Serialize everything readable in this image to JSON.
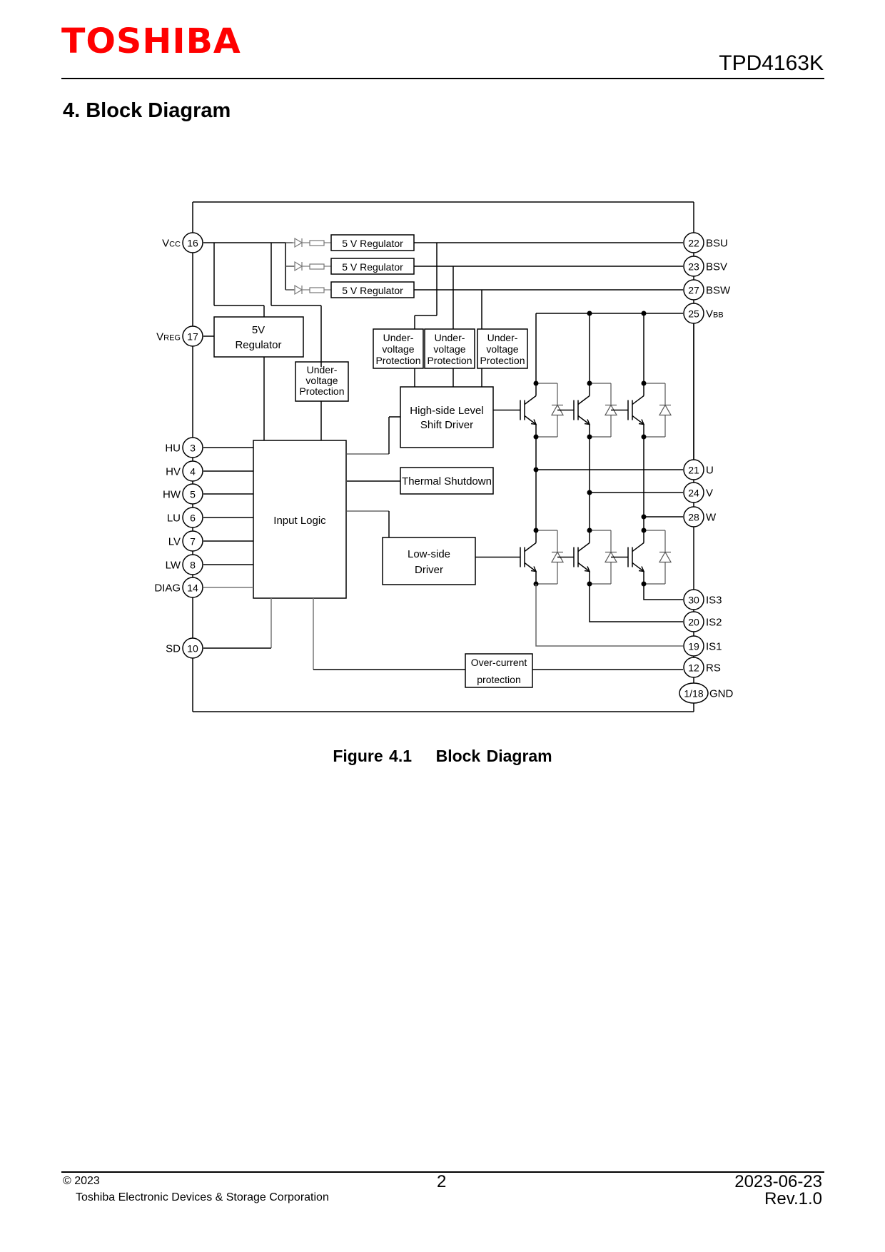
{
  "header": {
    "brand": "TOSHIBA",
    "brand_color": "#ff0000",
    "part_number": "TPD4163K"
  },
  "section": {
    "title": "4. Block Diagram"
  },
  "diagram": {
    "blocks": {
      "reg_u": "5 V Regulator",
      "reg_v": "5 V Regulator",
      "reg_w": "5 V Regulator",
      "vreg_line1": "5V",
      "vreg_line2": "Regulator",
      "uvp_line1": "Under-",
      "uvp_line2": "voltage",
      "uvp_line3": "Protection",
      "hs_line1": "High-side Level",
      "hs_line2": "Shift Driver",
      "thermal": "Thermal Shutdown",
      "input_logic": "Input Logic",
      "ls_line1": "Low-side",
      "ls_line2": "Driver",
      "oc_line1": "Over-current",
      "oc_line2": "protection"
    },
    "left_pins": [
      {
        "name": "VCC",
        "name_main": "V",
        "name_sub": "CC",
        "number": "16"
      },
      {
        "name": "VREG",
        "name_main": "V",
        "name_sub": "REG",
        "number": "17"
      },
      {
        "name": "HU",
        "name_main": "HU",
        "name_sub": "",
        "number": "3"
      },
      {
        "name": "HV",
        "name_main": "HV",
        "name_sub": "",
        "number": "4"
      },
      {
        "name": "HW",
        "name_main": "HW",
        "name_sub": "",
        "number": "5"
      },
      {
        "name": "LU",
        "name_main": "LU",
        "name_sub": "",
        "number": "6"
      },
      {
        "name": "LV",
        "name_main": "LV",
        "name_sub": "",
        "number": "7"
      },
      {
        "name": "LW",
        "name_main": "LW",
        "name_sub": "",
        "number": "8"
      },
      {
        "name": "DIAG",
        "name_main": "DIAG",
        "name_sub": "",
        "number": "14"
      },
      {
        "name": "SD",
        "name_main": "SD",
        "name_sub": "",
        "number": "10"
      }
    ],
    "right_pins": [
      {
        "name": "BSU",
        "name_main": "BSU",
        "name_sub": "",
        "number": "22"
      },
      {
        "name": "BSV",
        "name_main": "BSV",
        "name_sub": "",
        "number": "23"
      },
      {
        "name": "BSW",
        "name_main": "BSW",
        "name_sub": "",
        "number": "27"
      },
      {
        "name": "VBB",
        "name_main": "V",
        "name_sub": "BB",
        "number": "25"
      },
      {
        "name": "U",
        "name_main": "U",
        "name_sub": "",
        "number": "21"
      },
      {
        "name": "V",
        "name_main": "V",
        "name_sub": "",
        "number": "24"
      },
      {
        "name": "W",
        "name_main": "W",
        "name_sub": "",
        "number": "28"
      },
      {
        "name": "IS3",
        "name_main": "IS3",
        "name_sub": "",
        "number": "30"
      },
      {
        "name": "IS2",
        "name_main": "IS2",
        "name_sub": "",
        "number": "20"
      },
      {
        "name": "IS1",
        "name_main": "IS1",
        "name_sub": "",
        "number": "19"
      },
      {
        "name": "RS",
        "name_main": "RS",
        "name_sub": "",
        "number": "12"
      },
      {
        "name": "GND",
        "name_main": "GND",
        "name_sub": "",
        "number": "1/18"
      }
    ]
  },
  "caption": {
    "figure_number": "Figure 4.1",
    "figure_title": "Block Diagram"
  },
  "footer": {
    "copyright": "© 2023",
    "company": "Toshiba Electronic Devices & Storage Corporation",
    "page_number": "2",
    "date": "2023-06-23",
    "revision": "Rev.1.0"
  }
}
